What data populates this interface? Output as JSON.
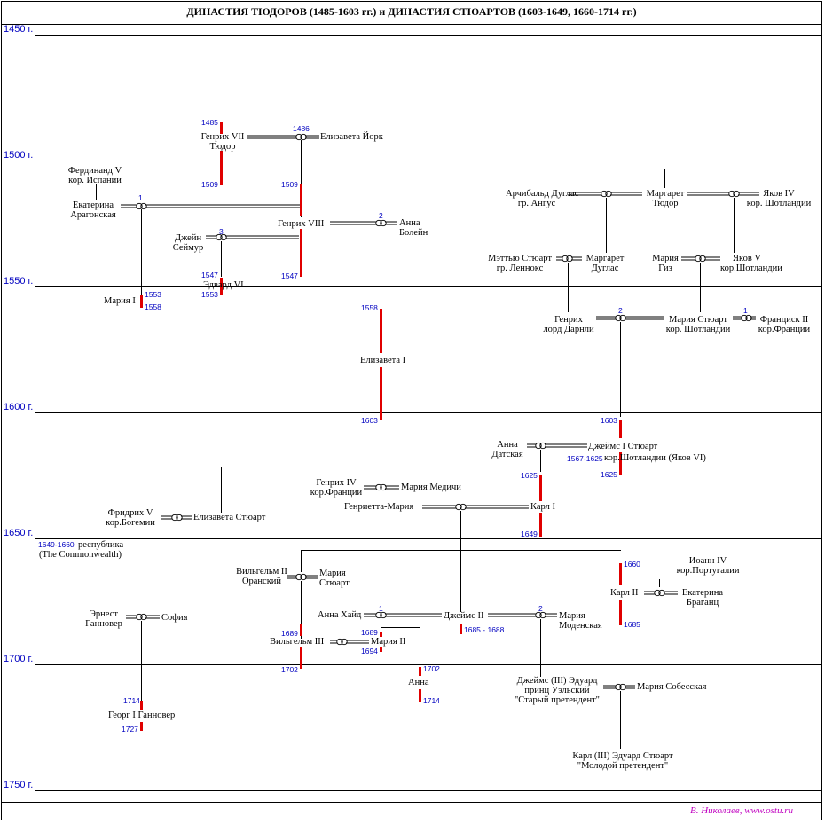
{
  "title": "ДИНАСТИЯ ТЮДОРОВ (1485-1603 гг.)  и  ДИНАСТИЯ  СТЮАРТОВ (1603-1649, 1660-1714 гг.)",
  "credit": "В. Николаев,   www.ostu.ru",
  "years": [
    "1450 г.",
    "1500 г.",
    "1550 г.",
    "1600 г.",
    "1650 г.",
    "1700 г.",
    "1750 г."
  ],
  "people": {
    "henry7": [
      "Генрих VII",
      "Тюдор"
    ],
    "elizabeth_york": "Елизавета Йорк",
    "ferdinand": [
      "Фердинанд V",
      "кор. Испании"
    ],
    "catherine": [
      "Екатерина",
      "Арагонская"
    ],
    "henry8": "Генрих VIII",
    "anne_boleyn": [
      "Анна",
      "Болейн"
    ],
    "jane": [
      "Джейн",
      "Сеймур"
    ],
    "edward6": "Эдвард VI",
    "mary1": "Мария I",
    "elizabeth1": "Елизавета I",
    "archibald": [
      "Арчибальд Дуглас",
      "гр. Ангус"
    ],
    "margaret_tudor": [
      "Маргарет",
      "Тюдор"
    ],
    "james4": [
      "Яков IV",
      "кор. Шотландии"
    ],
    "matthew": [
      "Мэттью Стюарт",
      "гр. Леннокс"
    ],
    "margaret_douglas": [
      "Маргарет",
      "Дуглас"
    ],
    "mary_guise": [
      "Мария",
      "Гиз"
    ],
    "james5": [
      "Яков V",
      "кор.Шотландии"
    ],
    "darnley": [
      "Генрих",
      "лорд Дарнли"
    ],
    "mary_stuart": [
      "Мария Стюарт",
      "кор. Шотландии"
    ],
    "francis2": [
      "Франциск II",
      "кор.Франции"
    ],
    "anne_denmark": [
      "Анна",
      "Датская"
    ],
    "james1": [
      "Джеймс I Стюарт",
      "кор.Шотландии (Яков VI)"
    ],
    "henry4": [
      "Генрих IV",
      "кор.Франции"
    ],
    "marie_medici": "Мария Медичи",
    "henrietta": "Генриетта-Мария",
    "charles1": "Карл I",
    "frederick5": [
      "Фридрих V",
      "кор.Богемии"
    ],
    "elizabeth_stuart": "Елизавета Стюарт",
    "republic": [
      "республика",
      "(The Commonwealth)"
    ],
    "william2": [
      "Вильгельм II",
      "Оранский"
    ],
    "mary_stuart2": [
      "Мария",
      "Стюарт"
    ],
    "john4": [
      "Иоанн IV",
      "кор.Португалии"
    ],
    "charles2": "Карл II",
    "catherine_braganza": [
      "Екатерина",
      "Браганц"
    ],
    "ernest": [
      "Эрнест",
      "Ганновер"
    ],
    "sophia": "София",
    "anne_hyde": "Анна Хайд",
    "james2": "Джеймс II",
    "mary_modena": [
      "Мария",
      "Моденская"
    ],
    "william3": "Вильгельм III",
    "mary2": "Мария II",
    "anne": "Анна",
    "george1": "Георг I  Ганновер",
    "james3": [
      "Джеймс (III) Эдуард",
      "принц Уэльский",
      "\"Старый претендент\""
    ],
    "maria_sobieska": "Мария Собесская",
    "charles3": [
      "Карл (III) Эдуард Стюарт",
      "\"Молодой претендент\""
    ]
  },
  "dates": {
    "d1485": "1485",
    "d1486": "1486",
    "d1509a": "1509",
    "d1509b": "1509",
    "d1547a": "1547",
    "d1547b": "1547",
    "d1553a": "1553",
    "d1553b": "1553",
    "d1558a": "1558",
    "d1558b": "1558",
    "d1603a": "1603",
    "d1603b": "1603",
    "d1567": "1567-1625",
    "d1625a": "1625",
    "d1625b": "1625",
    "d1649": "1649",
    "d1649r": "1649-1660",
    "d1660": "1660",
    "d1685": "1685",
    "d1685r": "1685 - 1688",
    "d1689a": "1689",
    "d1689b": "1689",
    "d1694": "1694",
    "d1702a": "1702",
    "d1702b": "1702",
    "d1714a": "1714",
    "d1714b": "1714",
    "d1727": "1727"
  },
  "marriage_numbers": {
    "m1": "1",
    "m2": "2",
    "m3": "3",
    "m4": "2",
    "m5": "1",
    "m6": "1",
    "m7": "2"
  },
  "colors": {
    "reign_bar": "#e00000",
    "dates": "#0000c0",
    "credit": "#c000c0"
  }
}
